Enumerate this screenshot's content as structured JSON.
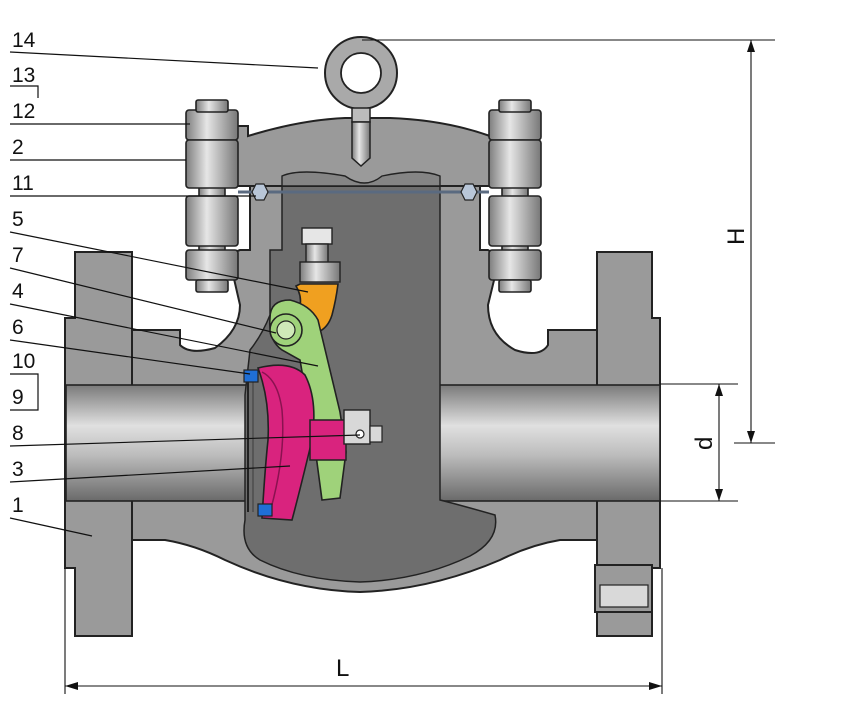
{
  "callouts": [
    {
      "id": "14",
      "label": "14"
    },
    {
      "id": "13",
      "label": "13"
    },
    {
      "id": "12",
      "label": "12"
    },
    {
      "id": "2",
      "label": "2"
    },
    {
      "id": "11",
      "label": "11"
    },
    {
      "id": "5",
      "label": "5"
    },
    {
      "id": "7",
      "label": "7"
    },
    {
      "id": "4",
      "label": "4"
    },
    {
      "id": "6",
      "label": "6"
    },
    {
      "id": "10",
      "label": "10"
    },
    {
      "id": "9",
      "label": "9"
    },
    {
      "id": "8",
      "label": "8"
    },
    {
      "id": "3",
      "label": "3"
    },
    {
      "id": "1",
      "label": "1"
    }
  ],
  "dimensions": {
    "height": "H",
    "bore": "d",
    "length": "L"
  },
  "colors": {
    "body": "#9a9a9a",
    "cavity": "#6e6e6e",
    "hinge": "#f0a020",
    "arm": "#9fd27a",
    "disc": "#d9237e",
    "seal": "#1f6fd6"
  }
}
